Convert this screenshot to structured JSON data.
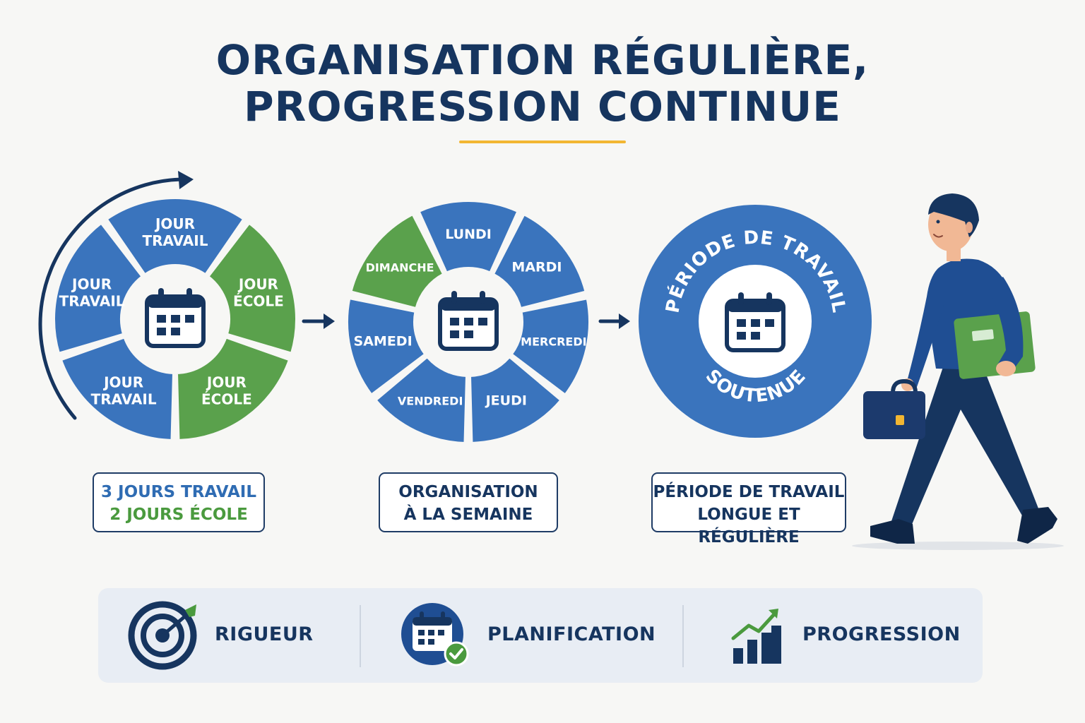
{
  "title": {
    "line1": "ORGANISATION RÉGULIÈRE,",
    "line2": "PROGRESSION CONTINUE"
  },
  "colors": {
    "navy": "#16355f",
    "blue": "#3a74bd",
    "green": "#5aa14c",
    "accent": "#f2b632"
  },
  "wheel1": {
    "segments": [
      {
        "line1": "JOUR",
        "line2": "TRAVAIL",
        "type": "work"
      },
      {
        "line1": "JOUR",
        "line2": "ÉCOLE",
        "type": "school"
      },
      {
        "line1": "JOUR",
        "line2": "ÉCOLE",
        "type": "school"
      },
      {
        "line1": "JOUR",
        "line2": "TRAVAIL",
        "type": "work"
      },
      {
        "line1": "JOUR",
        "line2": "TRAVAIL",
        "type": "work"
      }
    ],
    "center_icon": "calendar-icon"
  },
  "wheel2": {
    "segments": [
      {
        "label": "LUNDI",
        "type": "work"
      },
      {
        "label": "MARDI",
        "type": "work"
      },
      {
        "label": "MERCREDI",
        "type": "work"
      },
      {
        "label": "JEUDI",
        "type": "work"
      },
      {
        "label": "VENDREDI",
        "type": "work"
      },
      {
        "label": "SAMEDI",
        "type": "work"
      },
      {
        "label": "DIMANCHE",
        "type": "school"
      }
    ],
    "center_icon": "calendar-icon"
  },
  "wheel3": {
    "top_text": "PÉRIODE DE TRAVAIL",
    "bottom_text": "SOUTENUE",
    "center_icon": "calendar-icon"
  },
  "captions": {
    "c1": {
      "line1": "3 JOURS TRAVAIL",
      "line2": "2 JOURS ÉCOLE"
    },
    "c2": {
      "line1": "ORGANISATION",
      "line2": "À LA SEMAINE"
    },
    "c3": {
      "line1": "PÉRIODE DE TRAVAIL",
      "line2": "LONGUE ET RÉGULIÈRE"
    }
  },
  "values": [
    {
      "label": "RIGUEUR",
      "icon": "target-icon"
    },
    {
      "label": "PLANIFICATION",
      "icon": "calendar-check-icon"
    },
    {
      "label": "PROGRESSION",
      "icon": "growth-chart-icon"
    }
  ],
  "illustration": {
    "icon": "walking-man-icon"
  }
}
